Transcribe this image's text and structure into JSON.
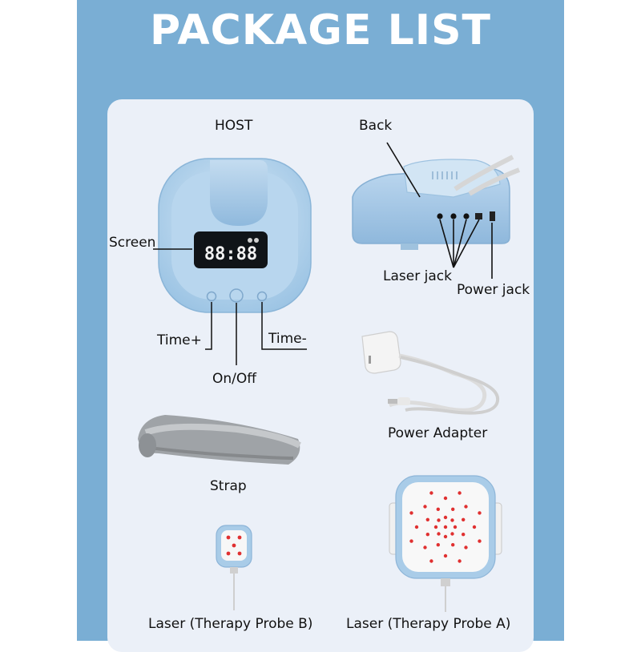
{
  "title": "PACKAGE LIST",
  "colors": {
    "background": "#7aaed4",
    "card": "#ebf0f8",
    "device": "#aacde8",
    "probe_dots": "#e03030"
  },
  "host": {
    "label": "HOST",
    "screen_label": "Screen",
    "display_reading": "88:88",
    "time_plus_label": "Time+",
    "on_off_label": "On/Off",
    "time_minus_label": "Time-"
  },
  "back": {
    "label": "Back",
    "laser_jack_label": "Laser jack",
    "power_jack_label": "Power jack"
  },
  "items": {
    "power_adapter": "Power Adapter",
    "strap": "Strap",
    "probe_b": "Laser (Therapy Probe B)",
    "probe_a": "Laser (Therapy Probe A)"
  }
}
